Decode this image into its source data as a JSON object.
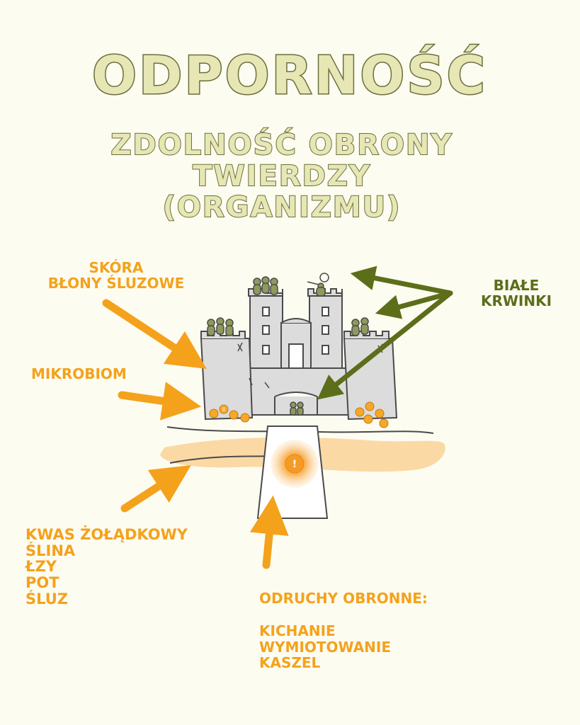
{
  "title": "ODPORNOŚĆ",
  "subtitle_lines": [
    "ZDOLNOŚĆ OBRONY",
    "TWIERDZY",
    "(ORGANIZMU)"
  ],
  "labels": {
    "skin": [
      "SKÓRA",
      "BŁONY ŚLUZOWE"
    ],
    "microbiome": "MIKROBIOM",
    "white_cells": [
      "BIAŁE",
      "KRWINKI"
    ],
    "fluids": [
      "KWAS ŻOŁĄDKOWY",
      "ŚLINA",
      "ŁZY",
      "POT",
      "ŚLUZ"
    ],
    "reflexes_title": "ODRUCHY OBRONNE:",
    "reflexes": [
      "KICHANIE",
      "WYMIOTOWANIE",
      "KASZEL"
    ]
  },
  "icons": {
    "alarm_symbol": "!",
    "microbe_symbol": "ll"
  },
  "colors": {
    "background": "#fdfcf1",
    "title_fill": "#e6e7b4",
    "title_stroke": "#6b6e3c",
    "orange": "#f4a21c",
    "green_arrow": "#5c6e1a",
    "castle": "#dcdcdc",
    "castle_stroke": "#4a4a4a",
    "moat": "#fbd9a4",
    "soldier": "#8e9a5c",
    "alarm": "#f7a23a"
  }
}
